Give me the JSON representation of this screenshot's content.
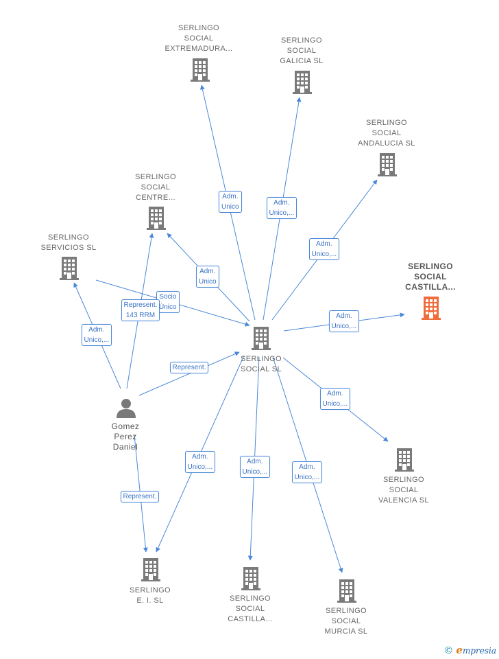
{
  "colors": {
    "edge": "#4a88d8",
    "building": "#7a7a7a",
    "building_highlight": "#f26b3a",
    "person": "#7a7a7a"
  },
  "nodes": [
    {
      "id": "center",
      "label": "SERLINGO\nSOCIAL  SL",
      "type": "company"
    },
    {
      "id": "extremadura",
      "label": "SERLINGO\nSOCIAL\nEXTREMADURA...",
      "type": "company"
    },
    {
      "id": "galicia",
      "label": "SERLINGO\nSOCIAL\nGALICIA  SL",
      "type": "company"
    },
    {
      "id": "andalucia",
      "label": "SERLINGO\nSOCIAL\nANDALUCIA  SL",
      "type": "company"
    },
    {
      "id": "castilla_top",
      "label": "SERLINGO\nSOCIAL\nCASTILLA...",
      "type": "company",
      "highlight": true
    },
    {
      "id": "centre",
      "label": "SERLINGO\nSOCIAL\nCENTRE...",
      "type": "company"
    },
    {
      "id": "servicios",
      "label": "SERLINGO\nSERVICIOS SL",
      "type": "company"
    },
    {
      "id": "person",
      "label": "Gomez\nPerez\nDaniel",
      "type": "person"
    },
    {
      "id": "valencia",
      "label": "SERLINGO\nSOCIAL\nVALENCIA  SL",
      "type": "company"
    },
    {
      "id": "ei",
      "label": "SERLINGO\nE. I.  SL",
      "type": "company"
    },
    {
      "id": "castilla_bottom",
      "label": "SERLINGO\nSOCIAL\nCASTILLA...",
      "type": "company"
    },
    {
      "id": "murcia",
      "label": "SERLINGO\nSOCIAL\nMURCIA  SL",
      "type": "company"
    }
  ],
  "edges": [
    {
      "from": "center",
      "to": "extremadura",
      "label": "Adm.\nUnico"
    },
    {
      "from": "center",
      "to": "galicia",
      "label": "Adm.\nUnico,..."
    },
    {
      "from": "center",
      "to": "andalucia",
      "label": "Adm.\nUnico,..."
    },
    {
      "from": "center",
      "to": "castilla_top",
      "label": "Adm.\nUnico,..."
    },
    {
      "from": "center",
      "to": "centre",
      "label": "Adm.\nUnico"
    },
    {
      "from": "servicios",
      "to": "center",
      "label": "Socio\nÚnico"
    },
    {
      "from": "person",
      "to": "servicios",
      "label": "Adm.\nUnico,..."
    },
    {
      "from": "person",
      "to": "centre",
      "label": "Represent.\n143 RRM"
    },
    {
      "from": "person",
      "to": "center",
      "label": "Represent."
    },
    {
      "from": "person",
      "to": "ei",
      "label": "Represent."
    },
    {
      "from": "center",
      "to": "valencia",
      "label": "Adm.\nUnico,..."
    },
    {
      "from": "center",
      "to": "ei",
      "label": "Adm.\nUnico,..."
    },
    {
      "from": "center",
      "to": "castilla_bottom",
      "label": "Adm.\nUnico,..."
    },
    {
      "from": "center",
      "to": "murcia",
      "label": "Adm.\nUnico,..."
    }
  ],
  "footer": {
    "copyright": "©",
    "brand_initial": "e",
    "brand_rest": "mpresia"
  }
}
